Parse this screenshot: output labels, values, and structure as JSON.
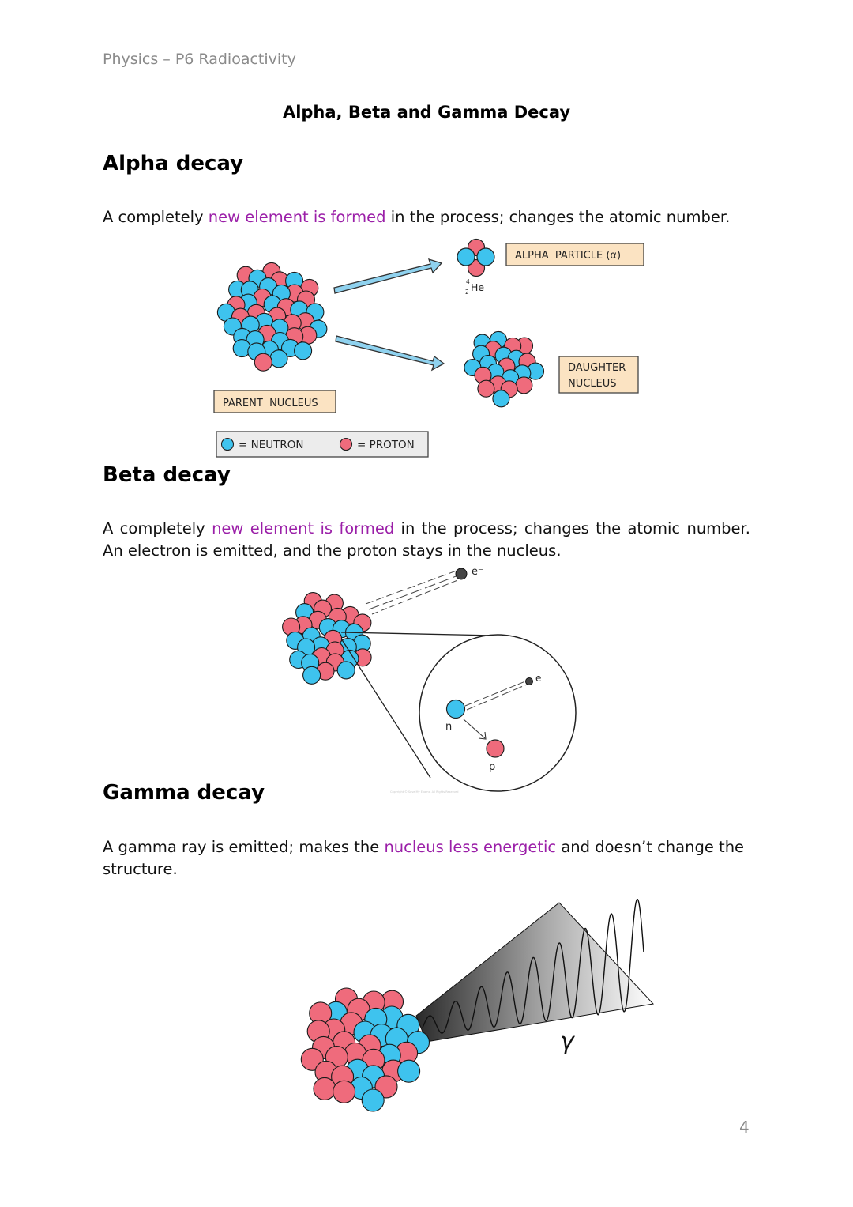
{
  "header": {
    "course": "Physics – P6 Radioactivity"
  },
  "title": "Alpha, Beta and Gamma Decay",
  "colors": {
    "neutron": "#3ec3ee",
    "proton": "#ef6b7c",
    "highlight": "#9b1fa8",
    "label_fill": "#fbe3c2"
  },
  "alpha": {
    "heading": "Alpha decay",
    "text_before": "A completely ",
    "text_highlight": "new element is formed",
    "text_after": " in the process; changes the atomic number.",
    "diagram": {
      "alpha_particle_label": "ALPHA  PARTICLE (α)",
      "helium_mass": "4",
      "helium_atomic": "2",
      "helium_symbol": "He",
      "daughter_label_line1": "DAUGHTER",
      "daughter_label_line2": "NUCLEUS",
      "parent_label": "PARENT  NUCLEUS",
      "legend_neutron": "= NEUTRON",
      "legend_proton": "= PROTON"
    }
  },
  "beta": {
    "heading": "Beta decay",
    "text_before": "A completely ",
    "text_highlight": "new element is formed",
    "text_after": " in the process; changes the atomic number. An electron is emitted, and the proton stays in the nucleus.",
    "diagram": {
      "electron_label": "e⁻",
      "neutron_label": "n",
      "proton_label": "p",
      "copyright": "Copyright © Save My Exams. All Rights Reserved"
    }
  },
  "gamma": {
    "heading": "Gamma decay",
    "text_before": "A gamma ray is emitted; makes the ",
    "text_highlight": "nucleus less energetic",
    "text_after": " and doesn’t change the structure.",
    "diagram": {
      "gamma_symbol": "γ"
    }
  },
  "page_number": "4"
}
